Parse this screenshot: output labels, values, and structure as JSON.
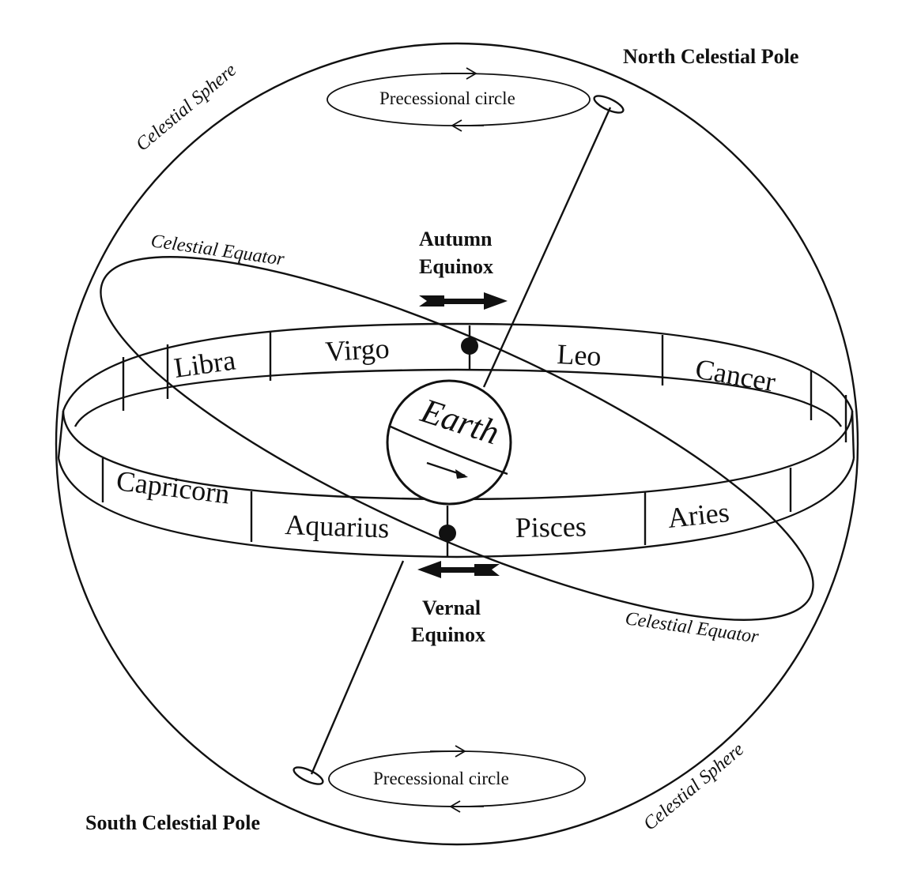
{
  "labels": {
    "celestial_sphere_top": "Celestial Sphere",
    "celestial_sphere_bottom": "Celestial Sphere",
    "north_pole": "North Celestial Pole",
    "south_pole": "South Celestial Pole",
    "precessional_top": "Precessional circle",
    "precessional_bottom": "Precessional circle",
    "equator_top": "Celestial Equator",
    "equator_bottom": "Celestial Equator",
    "autumn_line1": "Autumn",
    "autumn_line2": "Equinox",
    "vernal_line1": "Vernal",
    "vernal_line2": "Equinox",
    "earth": "Earth"
  },
  "zodiac_back": [
    "Libra",
    "Virgo",
    "Leo",
    "Cancer"
  ],
  "zodiac_front": [
    "Capricorn",
    "Aquarius",
    "Pisces",
    "Aries"
  ]
}
